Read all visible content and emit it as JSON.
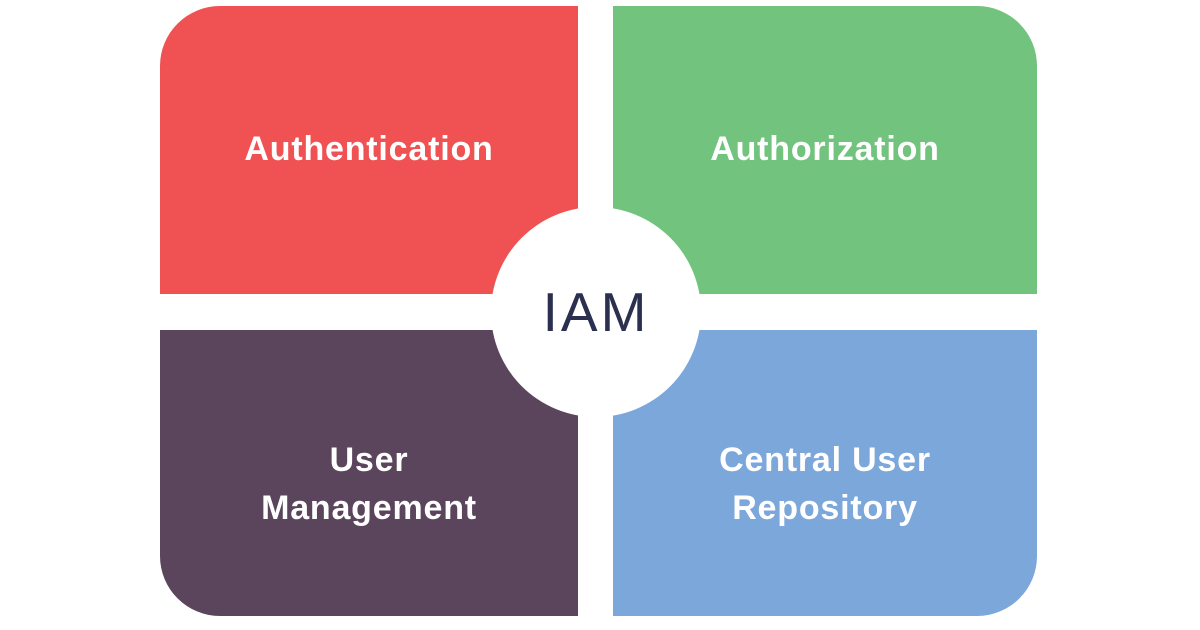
{
  "diagram": {
    "center_label": "IAM",
    "colors": {
      "background": "#FFFFFF",
      "center_text": "#2B2F50",
      "label_text": "#FFFFFF"
    },
    "quadrants": [
      {
        "id": "authentication",
        "label": "Authentication",
        "color": "#F05253",
        "position": "top-left"
      },
      {
        "id": "authorization",
        "label": "Authorization",
        "color": "#72C37E",
        "position": "top-right"
      },
      {
        "id": "user-management",
        "label": "User\nManagement",
        "color": "#5B455C",
        "position": "bottom-left"
      },
      {
        "id": "central-user-repository",
        "label": "Central User\nRepository",
        "color": "#7CA7DB",
        "position": "bottom-right"
      }
    ]
  }
}
